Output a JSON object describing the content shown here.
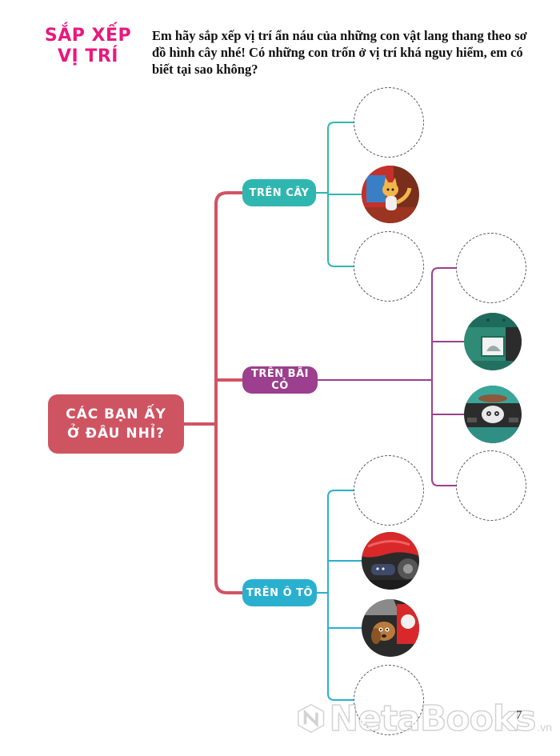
{
  "title": {
    "line1": "SẮP XẾP",
    "line2": "VỊ TRÍ"
  },
  "instructions": "Em hãy sắp xếp vị trí ẩn náu của những con vật lang thang theo sơ đồ hình cây nhé! Có những con trốn ở vị trí khá nguy hiểm, em có biết tại sao không?",
  "root": {
    "line1": "CÁC BẠN ẤY",
    "line2": "Ở ĐÂU NHỈ?"
  },
  "branches": [
    {
      "label": "TRÊN CÂY",
      "color": "#2fb6b0",
      "slots": [
        "empty",
        "cat-on-tree-picture",
        "empty"
      ]
    },
    {
      "label": "TRÊN BÃI CỎ",
      "color": "#9b3f8e",
      "slots": [
        "empty",
        "animal-in-container-picture",
        "cat-under-car-picture",
        "empty"
      ]
    },
    {
      "label": "TRÊN Ô TÔ",
      "color": "#2ab0cf",
      "slots": [
        "empty",
        "cat-under-red-car-picture",
        "dog-near-car-picture",
        "empty"
      ]
    }
  ],
  "root_color": "#cf5462",
  "title_color": "#e8197c",
  "page_number": "7",
  "watermark": {
    "brand": "NetaBooks",
    "suffix": ".vn"
  }
}
